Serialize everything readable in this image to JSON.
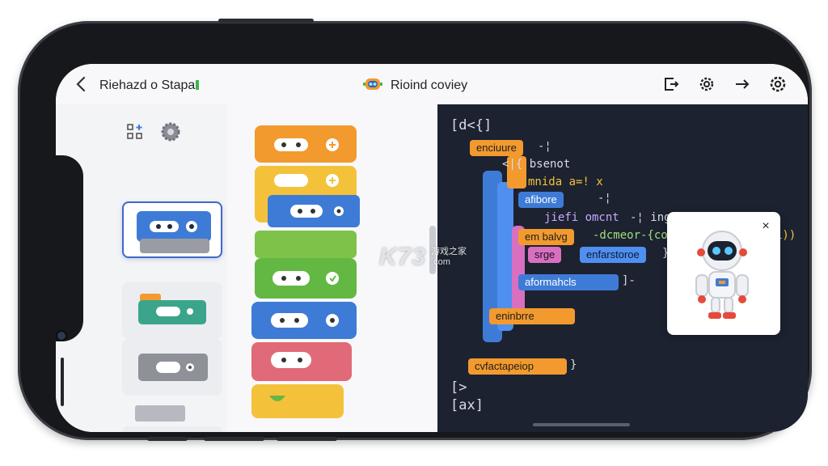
{
  "header": {
    "left_title": "Riehazd o Stapa",
    "center_title": "Rioind coviey",
    "back_icon": "chevron-left-icon",
    "center_icon": "robot-head-icon",
    "right_icons": [
      "export-icon",
      "gear-outline-icon",
      "arrow-right-icon",
      "settings-icon"
    ]
  },
  "palette": {
    "tools": [
      "grid-add-icon",
      "gear-badge-icon"
    ]
  },
  "code": {
    "lines": {
      "l1": "[d<{]",
      "l2": "enciuure",
      "l2b": "-¦",
      "l3": "<|{ bsenot",
      "l4": "mnida a=! x",
      "l5": "afibore",
      "l5b": "-¦",
      "l6": "jiefi omcnt",
      "l6b": "-¦ ing =C{t",
      "l7": "em balvg",
      "l7b": "-dcmeor-{co",
      "l7c": "i))",
      "l8": "srge",
      "l8b": "enfarstoroe",
      "l8c": "}]",
      "l9": "aformahcls",
      "l9b": "]-",
      "l10": "eninbrre",
      "l11": "cvfactapeiop",
      "l11b": "}",
      "l12": "[>",
      "l13": "[ax]"
    }
  },
  "watermark": {
    "brand": "K73",
    "cn": "游戏之家",
    "domain": ".com"
  },
  "card": {
    "close_label": "×"
  },
  "colors": {
    "orange": "#f29a2e",
    "yellow": "#f4c23a",
    "blue": "#3e7bd6",
    "green": "#63b844",
    "red": "#e06a78",
    "teal": "#3aa58a",
    "code_bg": "#1c2230"
  }
}
